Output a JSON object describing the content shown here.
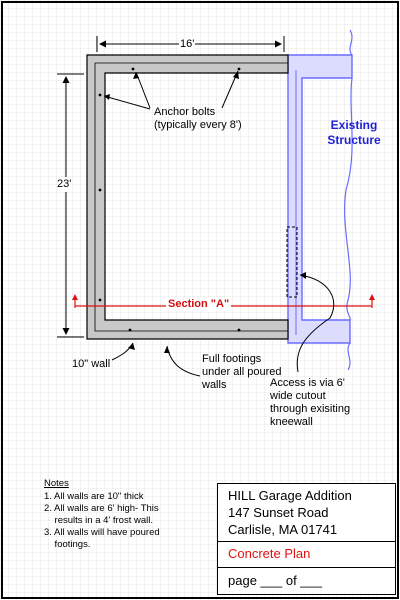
{
  "dimensions": {
    "width": "16'",
    "height": "23'"
  },
  "labels": {
    "anchor_bolts_line1": "Anchor bolts",
    "anchor_bolts_line2": "(typically every 8')",
    "existing_line1": "Existing",
    "existing_line2": "Structure",
    "section": "Section \"A\"",
    "wall": "10\" wall",
    "footings_line1": "Full footings",
    "footings_line2": "under all poured",
    "footings_line3": "walls",
    "access_line1": "Access is via 6'",
    "access_line2": "wide cutout",
    "access_line3": "through exisiting",
    "access_line4": "kneewall"
  },
  "notes": {
    "heading": "Notes",
    "items": [
      "1. All walls are 10\" thick",
      "2. All walls are 6' high-  This",
      "    results in a 4' frost wall.",
      "3. All walls will have poured",
      "    footings."
    ]
  },
  "title_block": {
    "line1": "HILL Garage Addition",
    "line2": "147 Sunset Road",
    "line3": "Carlisle, MA  01741",
    "plan_title": "Concrete Plan",
    "page_line": "page ___ of ___"
  },
  "colors": {
    "wall_fill": "#c8c8c8",
    "existing_structure": "#8a8aff",
    "section_line": "#e01010",
    "grid": "#c9c9c9"
  }
}
